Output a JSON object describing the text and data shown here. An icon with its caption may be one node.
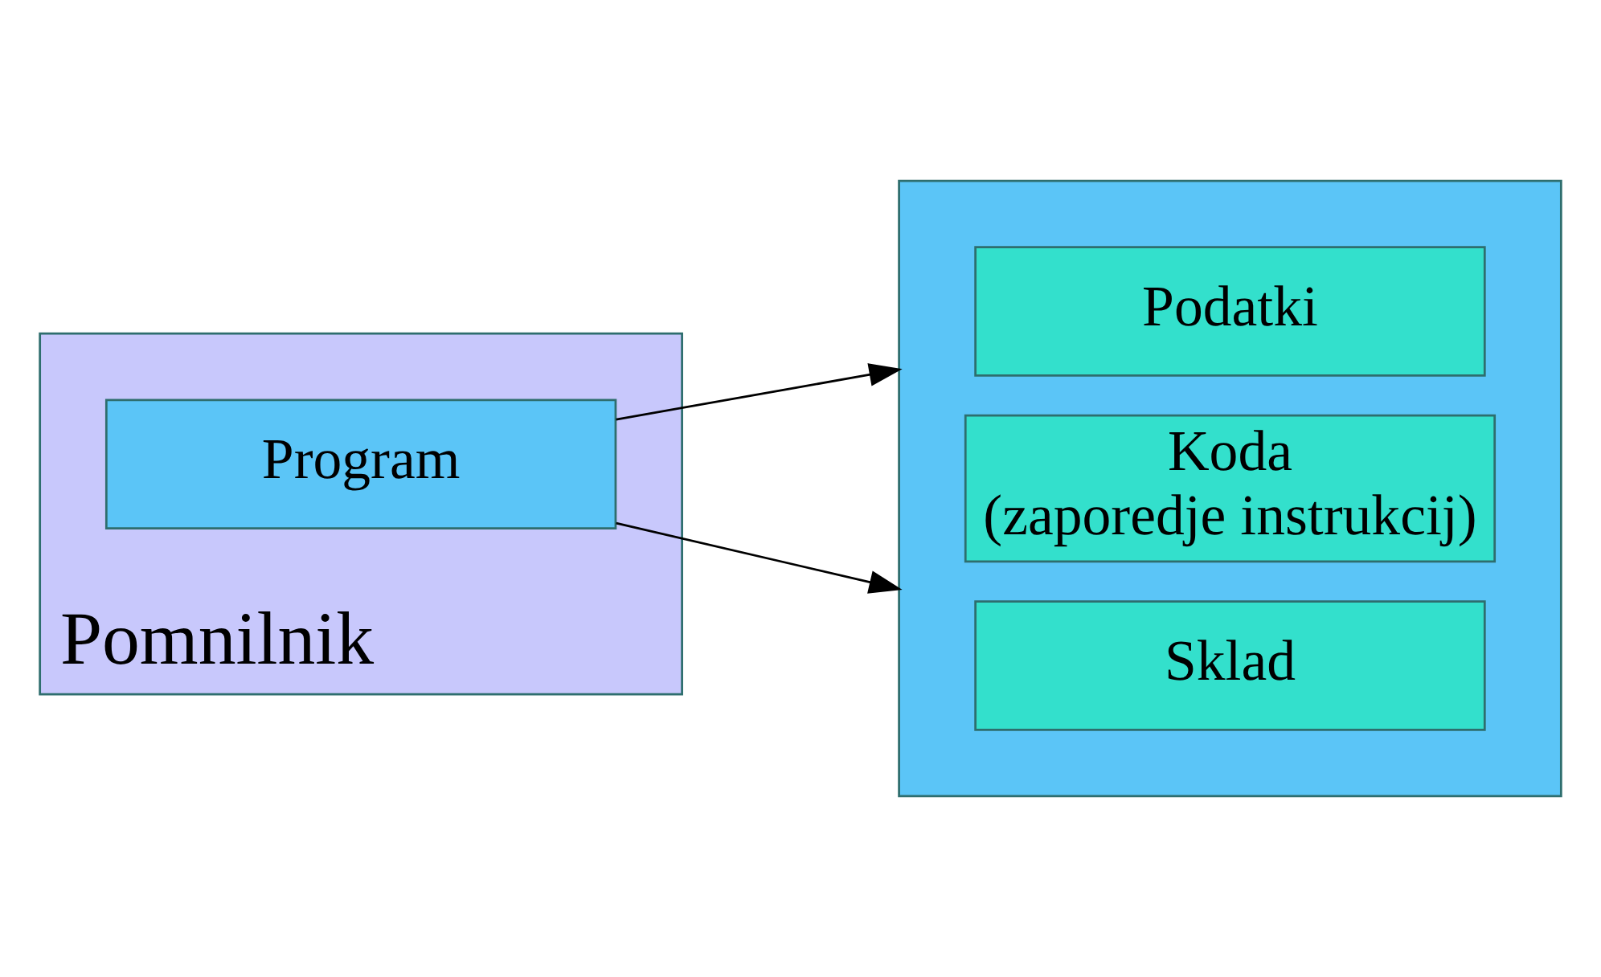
{
  "diagram": {
    "nodes": [
      {
        "text": [
          "Pomnilnik"
        ]
      },
      {
        "text": [
          "Program"
        ],
        "in": 0
      },
      {
        "text": [],
        "shape": "box"
      },
      {
        "text": [
          "Podatki"
        ],
        "in": 2
      },
      {
        "text": [
          "Koda",
          "(zaporedje instrukcij)"
        ],
        "in": 2
      },
      {
        "text": [
          "Sklad"
        ],
        "in": 2
      }
    ],
    "edges": [
      {
        "from": 1,
        "to": 2,
        "arrow": "to"
      },
      {
        "from": 1,
        "to": 2,
        "arrow": "to"
      }
    ]
  }
}
